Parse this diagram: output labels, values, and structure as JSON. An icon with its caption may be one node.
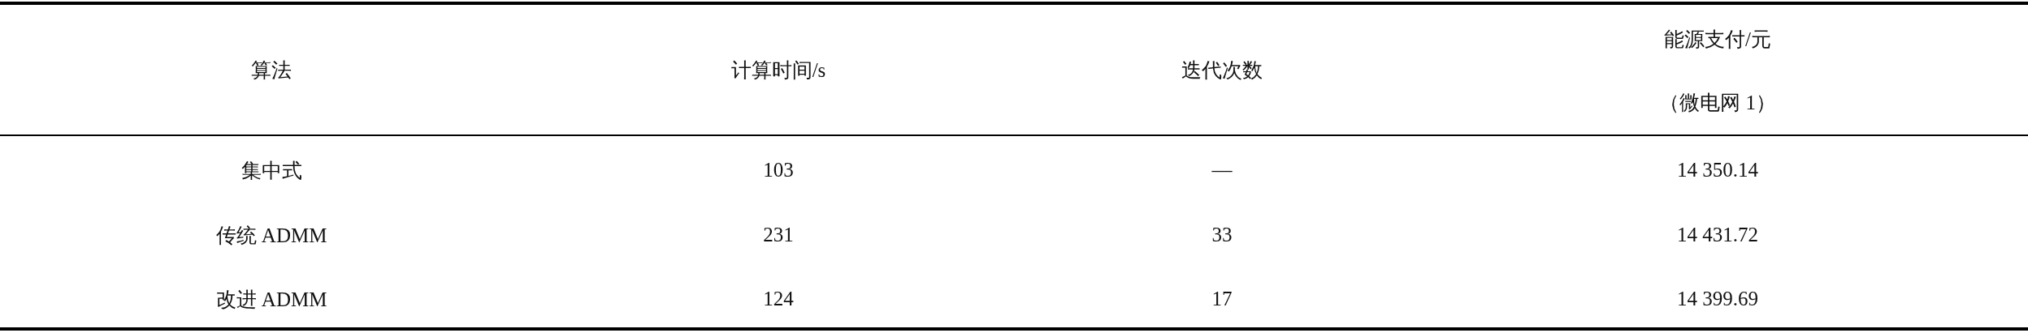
{
  "diagram": {
    "labels": [
      "算法",
      "计算时间/s",
      "迭代次数",
      "能源支付/元",
      "（微电网 1）",
      "集中式",
      "103",
      "—",
      "14 350.14",
      "传统 ADMM",
      "231",
      "33",
      "14 431.72",
      "改进 ADMM",
      "124",
      "17",
      "14 399.69"
    ]
  }
}
